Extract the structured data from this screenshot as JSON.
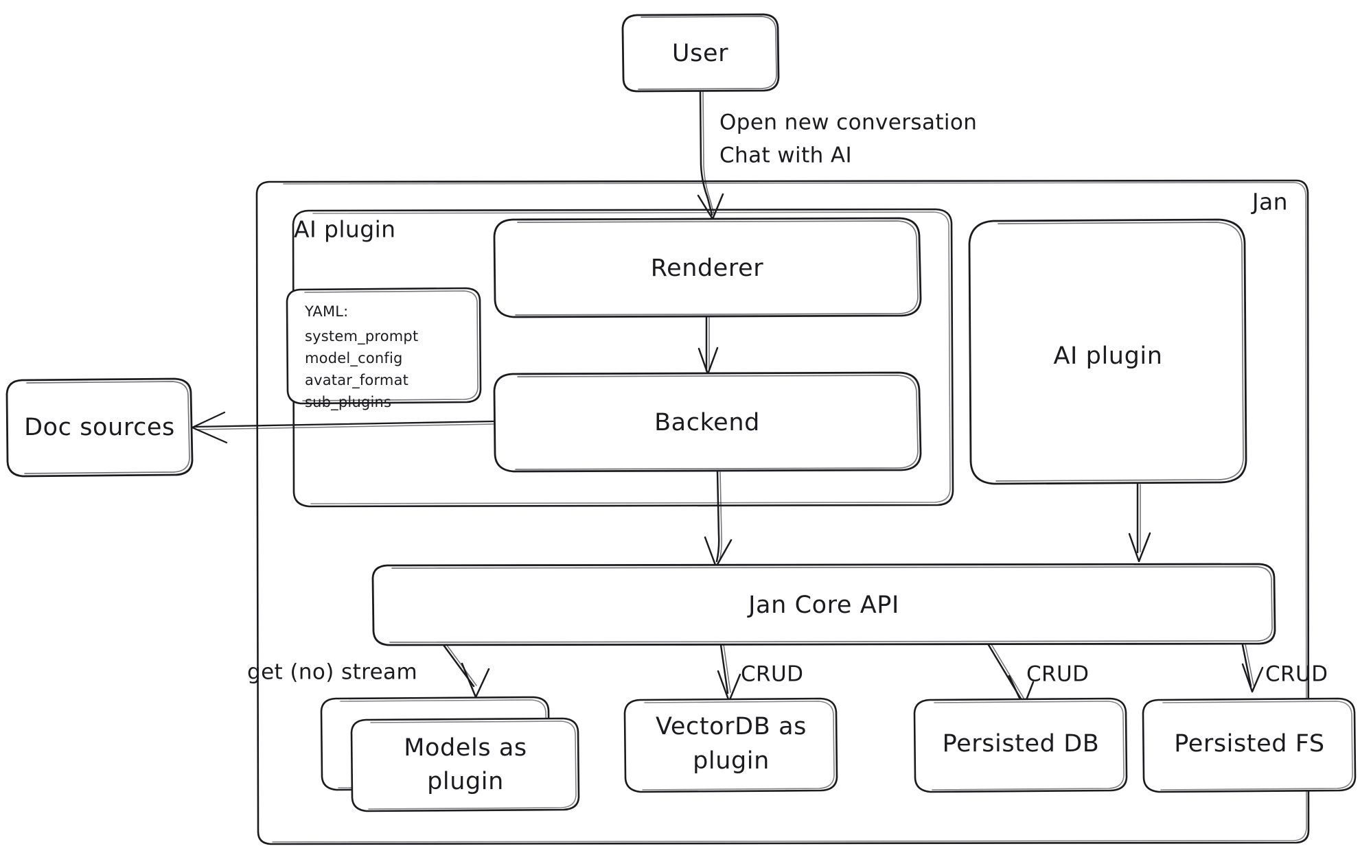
{
  "diagram": {
    "title_label": "Jan",
    "nodes": {
      "user": "User",
      "renderer": "Renderer",
      "backend": "Backend",
      "ai_plugin_right": "AI plugin",
      "jan_core_api": "Jan Core API",
      "models_plugin": "Models as\nplugin",
      "models_plugin_line1": "Models as",
      "models_plugin_line2": "plugin",
      "vectordb_plugin_line1": "VectorDB as",
      "vectordb_plugin_line2": "plugin",
      "persisted_db": "Persisted DB",
      "persisted_fs": "Persisted FS",
      "doc_sources": "Doc sources"
    },
    "containers": {
      "outer": "Jan",
      "ai_plugin": "AI plugin"
    },
    "yaml_card": {
      "header": "YAML:",
      "keys": [
        "system_prompt",
        "model_config",
        "avatar_format",
        "sub_plugins"
      ]
    },
    "edge_labels": {
      "user_to_renderer_line1": "Open new conversation",
      "user_to_renderer_line2": "Chat with AI",
      "core_to_models": "get (no) stream",
      "core_to_vectordb": "CRUD",
      "core_to_db": "CRUD",
      "core_to_fs": "CRUD"
    },
    "colors": {
      "stroke": "#1b1b1f",
      "background": "#ffffff",
      "text": "#1b1b1f"
    }
  }
}
